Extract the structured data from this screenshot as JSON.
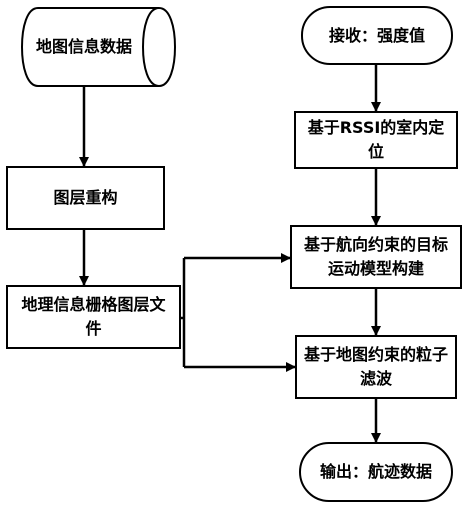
{
  "diagram": {
    "left_column": {
      "map_data": "地图信息数据",
      "layer_reconstruct": "图层重构",
      "raster_layer_file": "地理信息栅格图层文件"
    },
    "right_column": {
      "receive": "接收：强度值",
      "rssi_positioning": "基于RSSI的室内定位",
      "heading_model": "基于航向约束的目标运动模型构建",
      "particle_filter": "基于地图约束的粒子滤波",
      "output": "输出：航迹数据"
    }
  }
}
